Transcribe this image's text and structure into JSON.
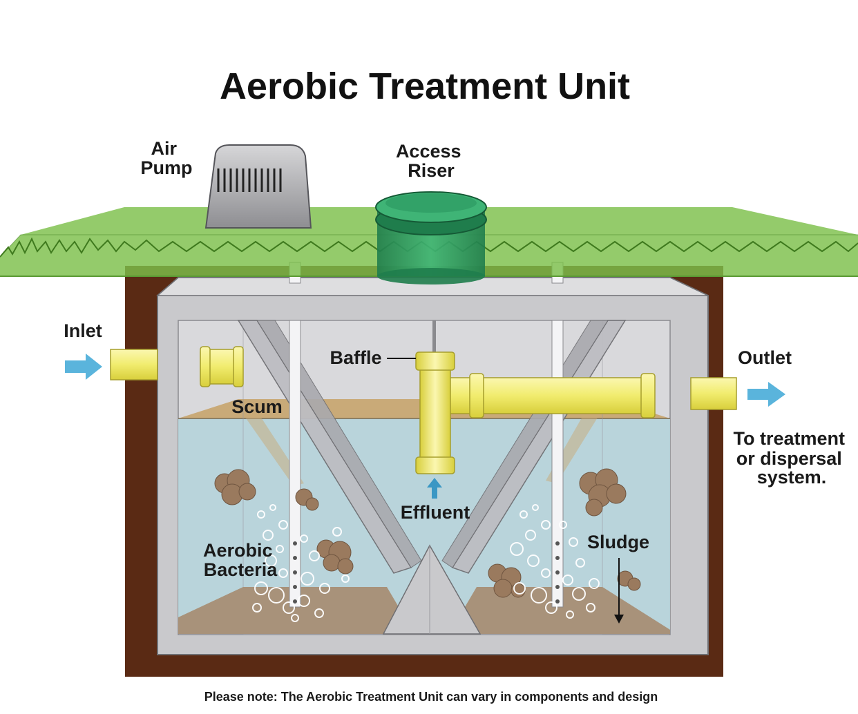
{
  "title": "Aerobic Treatment Unit",
  "labels": {
    "air_pump": [
      "Air",
      "Pump"
    ],
    "access_riser": [
      "Access",
      "Riser"
    ],
    "inlet": "Inlet",
    "outlet": "Outlet",
    "baffle": "Baffle",
    "scum": "Scum",
    "effluent": "Effluent",
    "sludge": "Sludge",
    "aerobic_bacteria": [
      "Aerobic",
      "Bacteria"
    ],
    "destination": [
      "To treatment",
      "or dispersal",
      "system."
    ]
  },
  "footnote": "Please note: The Aerobic Treatment Unit can vary in components and design",
  "colors": {
    "grass": "#7cc04a",
    "soil": "#5a2a14",
    "concrete": "#c9c9cc",
    "water": "#b5d3da",
    "scum": "#c9aa78",
    "sludge": "#a8927a",
    "pipe": "#f1ec6e",
    "riser": "#2e9a63",
    "arrow": "#5ab4dc"
  }
}
